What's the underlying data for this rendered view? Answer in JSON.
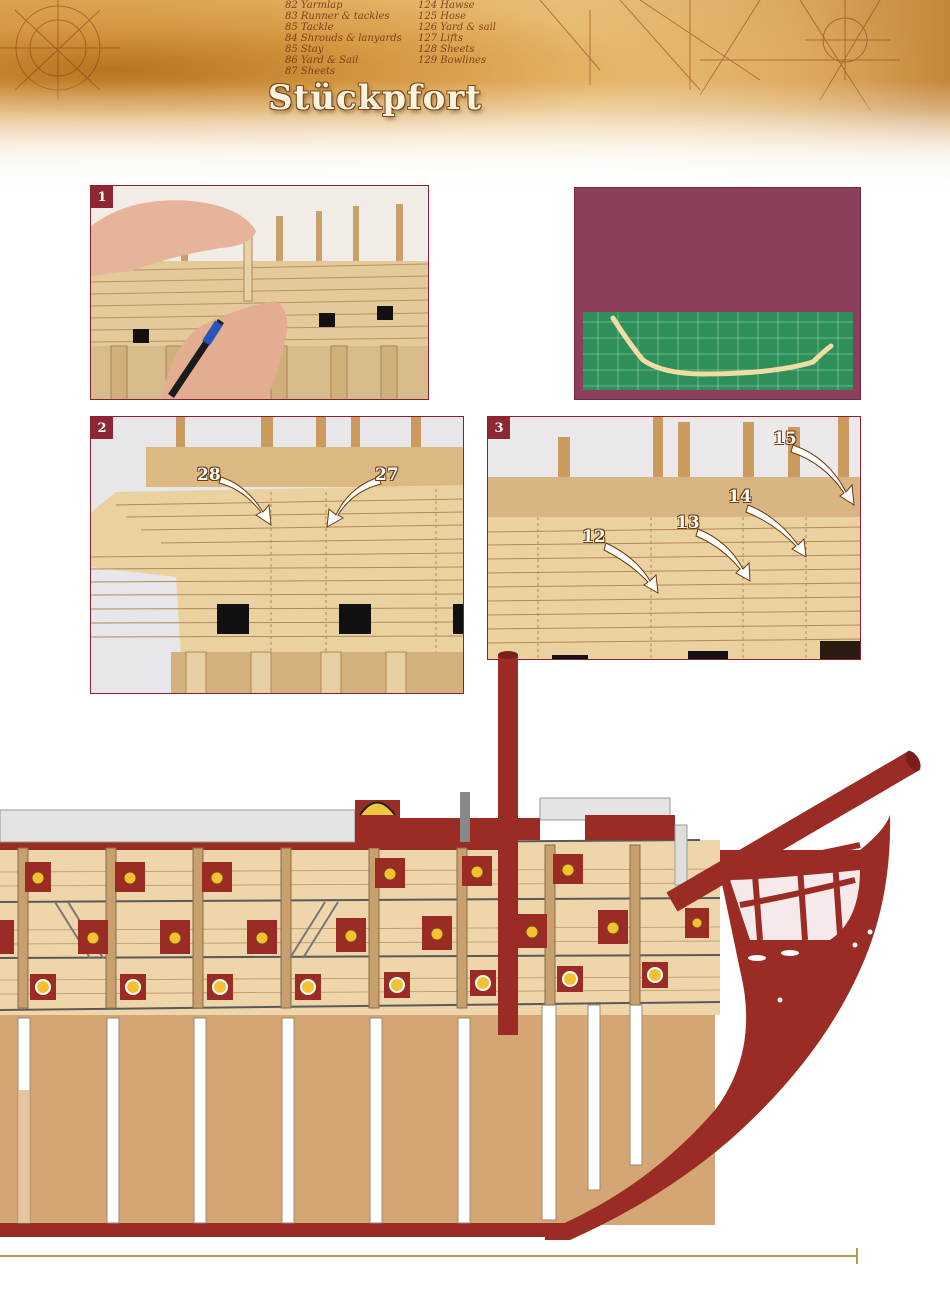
{
  "header": {
    "headline": "Stückpfort",
    "log_lines": [
      "82 Yarmlap",
      "83 Runner & tackles",
      "85 Tackle",
      "84 Shrouds & lanyards",
      "85 Stay",
      "86 Yard & Sail",
      "87 Sheets"
    ],
    "log_lines_right": [
      "124 Hawse",
      "125 Hose",
      "126 Yard & sail",
      "127 Lifts",
      "128 Sheets",
      "129 Bowlines"
    ]
  },
  "photos": [
    {
      "step": "1",
      "callouts": []
    },
    {
      "step": "2",
      "callouts": [
        "28",
        "27"
      ]
    },
    {
      "step": "3",
      "callouts": [
        "15",
        "14",
        "13",
        "12"
      ]
    }
  ],
  "colors": {
    "accent": "#8e2734",
    "info_box": "#8c3e5a",
    "hull_red": "#9b2c25",
    "plank": "#e9d3a6",
    "rule": "#b59a55"
  }
}
